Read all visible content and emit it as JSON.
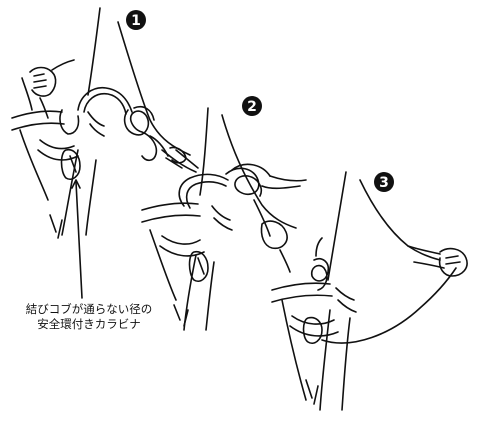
{
  "steps": [
    "1",
    "2",
    "3"
  ],
  "caption": {
    "line1": "結びコブが通らない径の",
    "line2": "安全環付きカラビナ"
  },
  "colors": {
    "ink": "#111111",
    "background": "#ffffff"
  }
}
